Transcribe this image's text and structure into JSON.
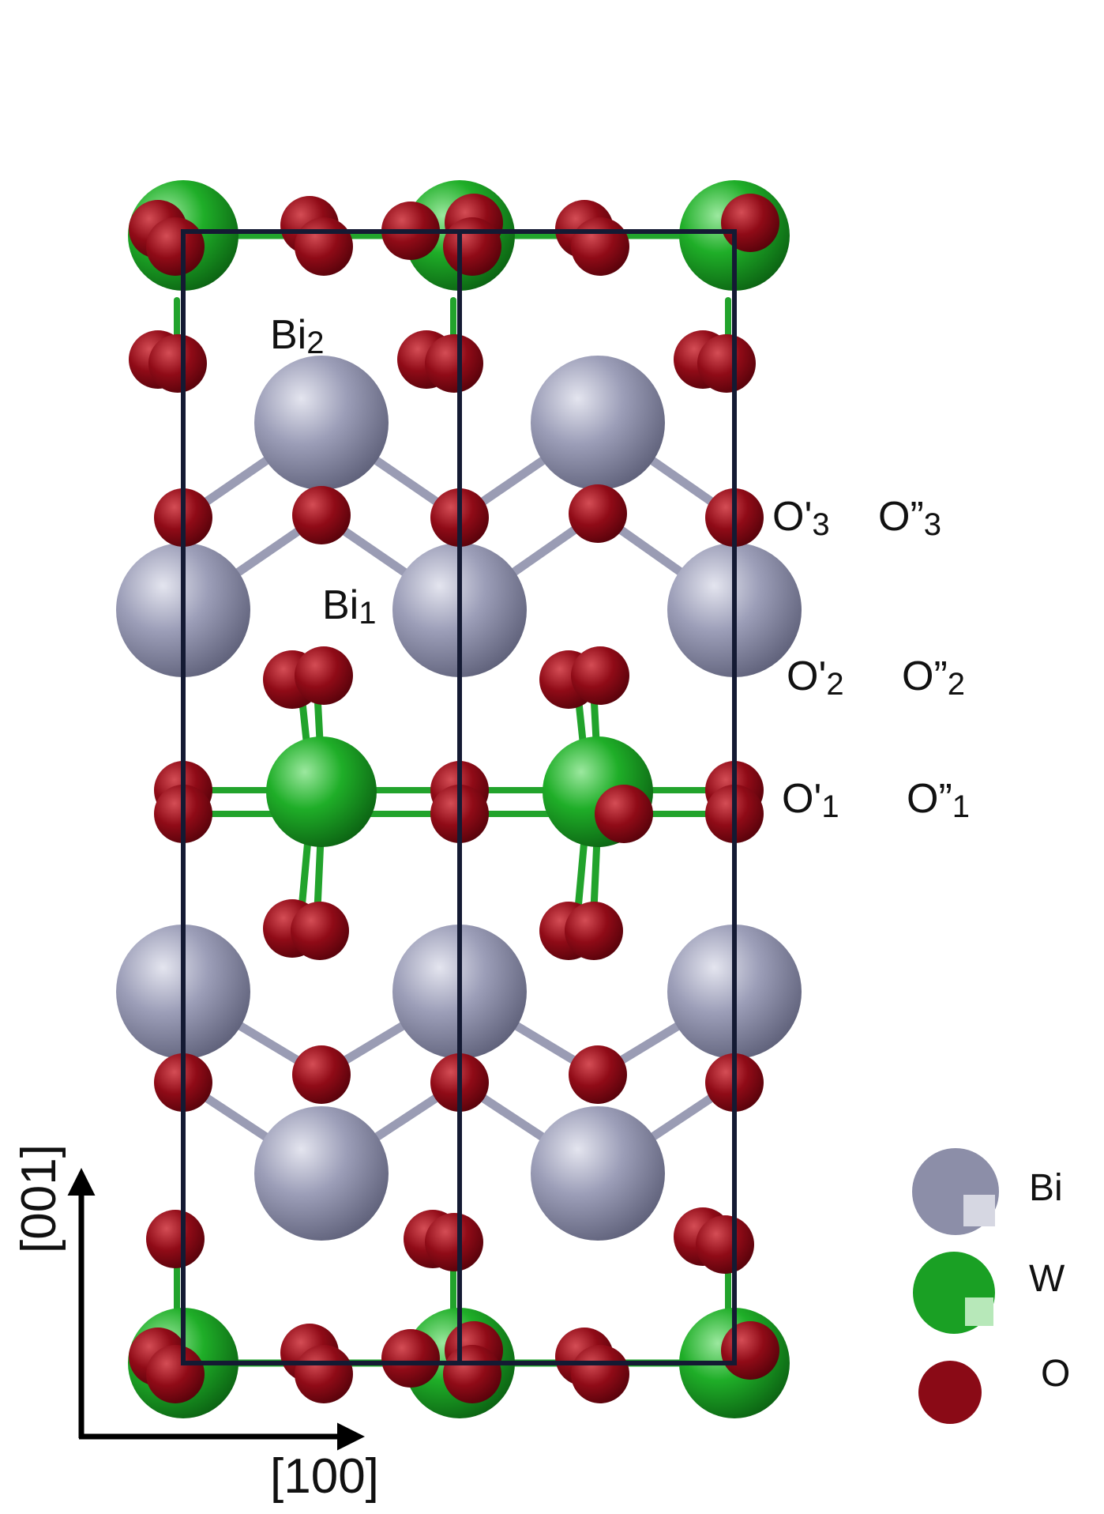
{
  "labels": {
    "bi2": {
      "main": "Bi",
      "sub": "2"
    },
    "bi1": {
      "main": "Bi",
      "sub": "1"
    },
    "o3a": {
      "main": "O'",
      "sub": "3"
    },
    "o3b": {
      "main": "O”",
      "sub": "3"
    },
    "o2a": {
      "main": "O'",
      "sub": "2"
    },
    "o2b": {
      "main": "O”",
      "sub": "2"
    },
    "o1a": {
      "main": "O'",
      "sub": "1"
    },
    "o1b": {
      "main": "O”",
      "sub": "1"
    }
  },
  "axes": {
    "horizontal": "[100]",
    "vertical": "[001]"
  },
  "legend": [
    {
      "element": "Bi",
      "color": "#8c8ea8"
    },
    {
      "element": "W",
      "color": "#1aa024"
    },
    {
      "element": "O",
      "color": "#8a0a16"
    }
  ],
  "colors": {
    "bi": "#8c8ea8",
    "w": "#1aa024",
    "o": "#8a0a16",
    "cell": "#141a33",
    "bond_bi_o": "#9a9cb4",
    "bond_w_o": "#22a32c"
  }
}
